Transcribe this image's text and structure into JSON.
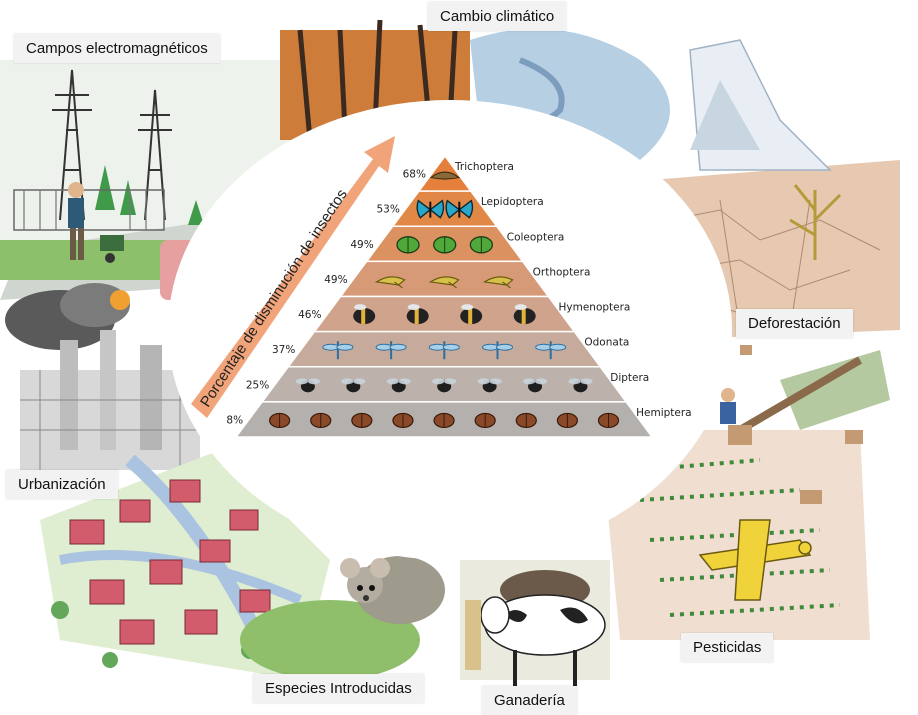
{
  "labels": {
    "campos": "Campos electromagnéticos",
    "cambio": "Cambio climático",
    "deforestacion": "Deforestación",
    "urbanizacion": "Urbanización",
    "pesticidas": "Pesticidas",
    "especies": "Especies Introducidas",
    "ganaderia": "Ganadería"
  },
  "pyramid": {
    "arrow_label": "Porcentaje de disminución de insectos",
    "levels": [
      {
        "order": "Trichoptera",
        "percent": "68%",
        "icon": "caddisfly-icon",
        "count": 1,
        "color": "#e4803c"
      },
      {
        "order": "Lepidoptera",
        "percent": "53%",
        "icon": "butterfly-icon",
        "count": 2,
        "color": "#e18846"
      },
      {
        "order": "Coleoptera",
        "percent": "49%",
        "icon": "beetle-icon",
        "count": 3,
        "color": "#dc9160"
      },
      {
        "order": "Orthoptera",
        "percent": "49%",
        "icon": "grasshopper-icon",
        "count": 3,
        "color": "#d69a77"
      },
      {
        "order": "Hymenoptera",
        "percent": "46%",
        "icon": "bee-icon",
        "count": 4,
        "color": "#cfa38c"
      },
      {
        "order": "Odonata",
        "percent": "37%",
        "icon": "dragonfly-icon",
        "count": 5,
        "color": "#c6aa9b"
      },
      {
        "order": "Diptera",
        "percent": "25%",
        "icon": "fly-icon",
        "count": 7,
        "color": "#bdb2ab"
      },
      {
        "order": "Hemiptera",
        "percent": "8%",
        "icon": "bug-icon",
        "count": 9,
        "color": "#b4b0ad"
      }
    ]
  }
}
